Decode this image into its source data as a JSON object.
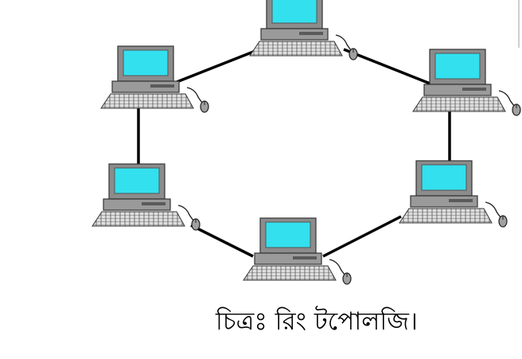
{
  "caption": "চিত্রঃ রিং টপোলজি।",
  "nodes": [
    {
      "id": "top"
    },
    {
      "id": "upper-right"
    },
    {
      "id": "lower-right"
    },
    {
      "id": "bottom"
    },
    {
      "id": "lower-left"
    },
    {
      "id": "upper-left"
    }
  ],
  "colors": {
    "screen": "#33e0ee",
    "case": "#8a8a8a",
    "link": "#000000",
    "keyboard": "#d9d9d9"
  }
}
